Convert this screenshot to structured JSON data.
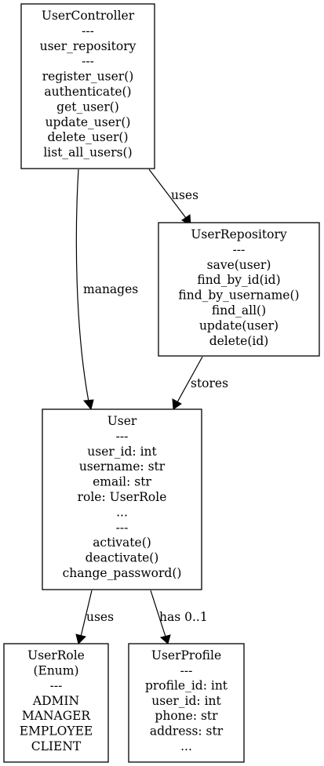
{
  "diagram": {
    "nodes": [
      {
        "id": "usercontroller",
        "lines": [
          "UserController",
          "---",
          "user_repository",
          "---",
          "register_user()",
          "authenticate()",
          "get_user()",
          "update_user()",
          "delete_user()",
          "list_all_users()"
        ]
      },
      {
        "id": "userrepository",
        "lines": [
          "UserRepository",
          "---",
          "save(user)",
          "find_by_id(id)",
          "find_by_username()",
          "find_all()",
          "update(user)",
          "delete(id)"
        ]
      },
      {
        "id": "user",
        "lines": [
          "User",
          "---",
          "user_id: int",
          "username: str",
          "email: str",
          "role: UserRole",
          "...",
          "---",
          "activate()",
          "deactivate()",
          "change_password()"
        ]
      },
      {
        "id": "userrole",
        "lines": [
          "UserRole",
          "(Enum)",
          "---",
          "ADMIN",
          "MANAGER",
          "EMPLOYEE",
          "CLIENT"
        ]
      },
      {
        "id": "userprofile",
        "lines": [
          "UserProfile",
          "---",
          "profile_id: int",
          "user_id: int",
          "phone: str",
          "address: str",
          "..."
        ]
      }
    ],
    "edges": [
      {
        "id": "controller-uses-repository",
        "from": "usercontroller",
        "to": "userrepository",
        "label": "uses"
      },
      {
        "id": "controller-manages-user",
        "from": "usercontroller",
        "to": "user",
        "label": "manages"
      },
      {
        "id": "repository-stores-user",
        "from": "userrepository",
        "to": "user",
        "label": "stores"
      },
      {
        "id": "user-uses-userrole",
        "from": "user",
        "to": "userrole",
        "label": "uses"
      },
      {
        "id": "user-has-userprofile",
        "from": "user",
        "to": "userprofile",
        "label": "has 0..1"
      }
    ]
  }
}
